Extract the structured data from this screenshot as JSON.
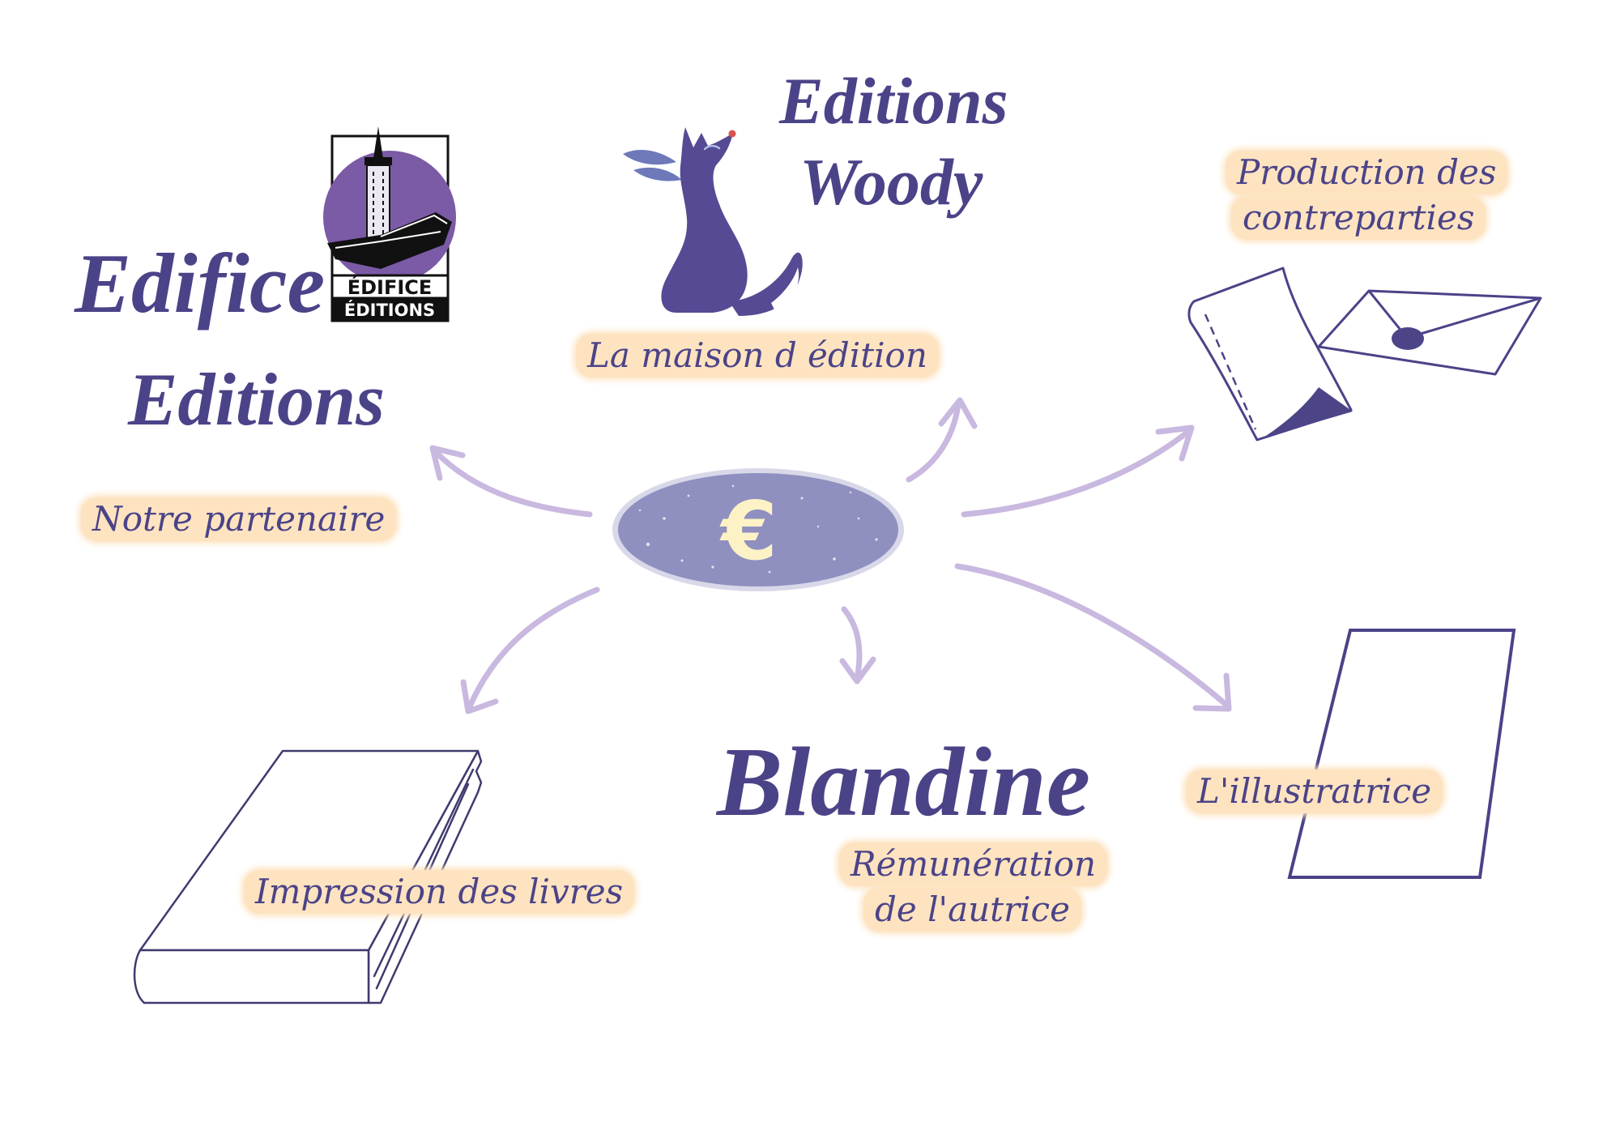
{
  "partner": {
    "title_line1": "Edifice",
    "title_line2": "Editions",
    "label": "Notre partenaire",
    "logo": {
      "line1": "ÉDIFICE",
      "line2": "ÉDITIONS"
    }
  },
  "publisher": {
    "title_line1": "Editions",
    "title_line2": "Woody",
    "label": "La maison d édition"
  },
  "rewards": {
    "label_line1": "Production des",
    "label_line2": "contreparties"
  },
  "center": {
    "symbol": "€"
  },
  "printing": {
    "label": "Impression des livres"
  },
  "author": {
    "name": "Blandine",
    "label_line1": "Rémunération",
    "label_line2": "de l'autrice"
  },
  "illustrator": {
    "label": "L'illustratrice"
  },
  "icons": {
    "partner": "edifice-logo",
    "publisher": "fox-mascot",
    "rewards": "letter-and-envelope",
    "center": "euro-coin",
    "printing": "book",
    "illustrator": "blank-sheet"
  },
  "colors": {
    "text": "#4b4388",
    "highlight": "#fde3c0",
    "arrow": "#c9b8df",
    "center_fill": "#8f90c0",
    "symbol": "#fdf2c6",
    "fox": "#554a93",
    "logo_purple": "#7b5aa6",
    "line": "#3f3b6e"
  }
}
